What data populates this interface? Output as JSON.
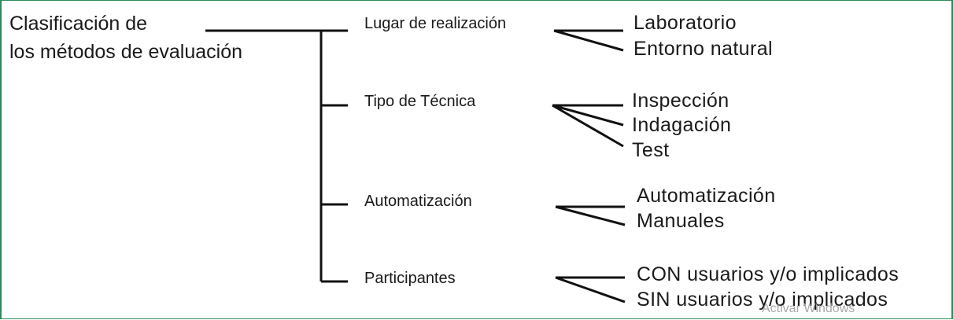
{
  "root": {
    "line1": "Clasificación de",
    "line2": "los métodos de evaluación"
  },
  "categories": [
    {
      "label": "Lugar de realización",
      "options": [
        "Laboratorio",
        "Entorno natural"
      ]
    },
    {
      "label": "Tipo de Técnica",
      "options": [
        "Inspección",
        "Indagación",
        "Test"
      ]
    },
    {
      "label": "Automatización",
      "options": [
        "Automatización",
        "Manuales"
      ]
    },
    {
      "label": "Participantes",
      "options": [
        "CON usuarios y/o implicados",
        "SIN usuarios y/o implicados"
      ]
    }
  ],
  "watermark": "Activar Windows",
  "colors": {
    "frame": "#2e8b57",
    "line": "#111111",
    "watermark": "#a9a9a9"
  }
}
